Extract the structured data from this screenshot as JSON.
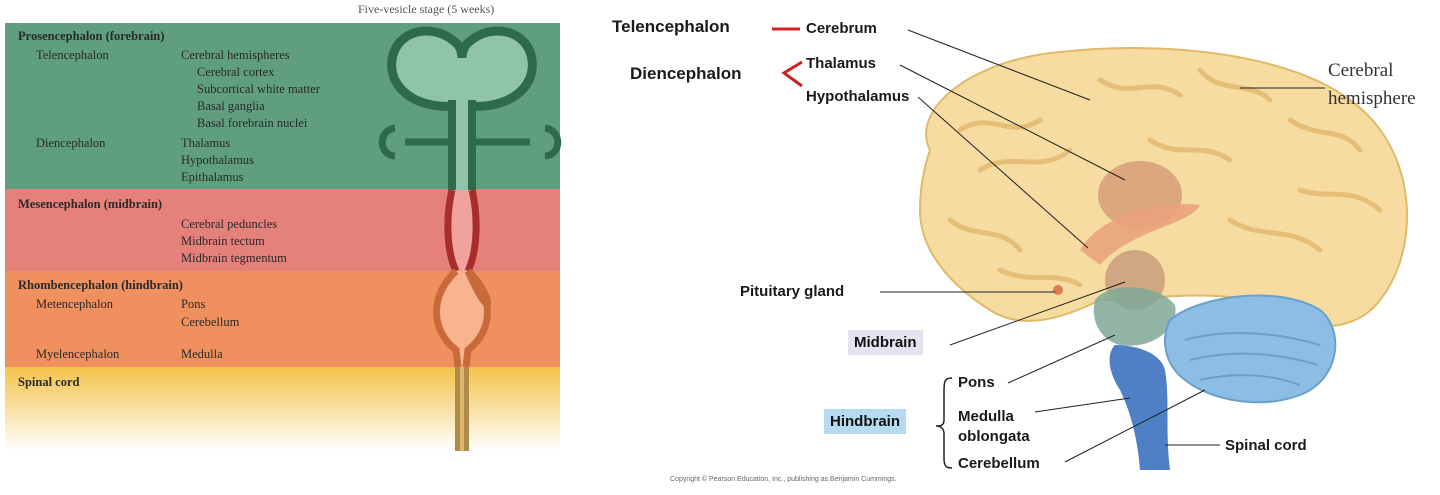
{
  "vesicle_stage_title": "Five-vesicle stage (5 weeks)",
  "left_table": {
    "forebrain": {
      "header": "Prosencephalon (forebrain)",
      "telencephalon": "Telencephalon",
      "telencephalon_parts": [
        "Cerebral hemispheres",
        "Cerebral cortex",
        "Subcortical white matter",
        "Basal ganglia",
        "Basal forebrain nuclei"
      ],
      "diencephalon": "Diencephalon",
      "diencephalon_parts": [
        "Thalamus",
        "Hypothalamus",
        "Epithalamus"
      ],
      "color": "#5f9e7f"
    },
    "midbrain": {
      "header": "Mesencephalon (midbrain)",
      "parts": [
        "Cerebral peduncles",
        "Midbrain tectum",
        "Midbrain tegmentum"
      ],
      "color": "#e6807a"
    },
    "hindbrain": {
      "header": "Rhombencephalon (hindbrain)",
      "metencephalon": "Metencephalon",
      "metencephalon_parts": [
        "Pons",
        "Cerebellum"
      ],
      "myelencephalon": "Myelencephalon",
      "myelencephalon_parts": [
        "Medulla"
      ],
      "color": "#f0905f"
    },
    "spinal": {
      "header": "Spinal cord",
      "color": "#f6d98a"
    }
  },
  "brain_labels": {
    "telencephalon": "Telencephalon",
    "cerebrum": "Cerebrum",
    "diencephalon": "Diencephalon",
    "thalamus": "Thalamus",
    "hypothalamus": "Hypothalamus",
    "cerebral_hemisphere_1": "Cerebral",
    "cerebral_hemisphere_2": "hemisphere",
    "pituitary": "Pituitary gland",
    "midbrain": "Midbrain",
    "pons": "Pons",
    "hindbrain": "Hindbrain",
    "medulla_1": "Medulla",
    "medulla_2": "oblongata",
    "cerebellum": "Cerebellum",
    "spinal_cord": "Spinal cord"
  },
  "copyright": "Copyright © Pearson Education, Inc., publishing as Benjamin Cummings.",
  "colors": {
    "brace_red": "#cc2222",
    "midbrain_box": "#e6e2ef",
    "hindbrain_box": "#b6daf1",
    "tube_green": "#2e6b4a",
    "tube_red": "#a82e2e",
    "tube_orange": "#c96a3a",
    "tube_tan": "#b08a4a"
  }
}
